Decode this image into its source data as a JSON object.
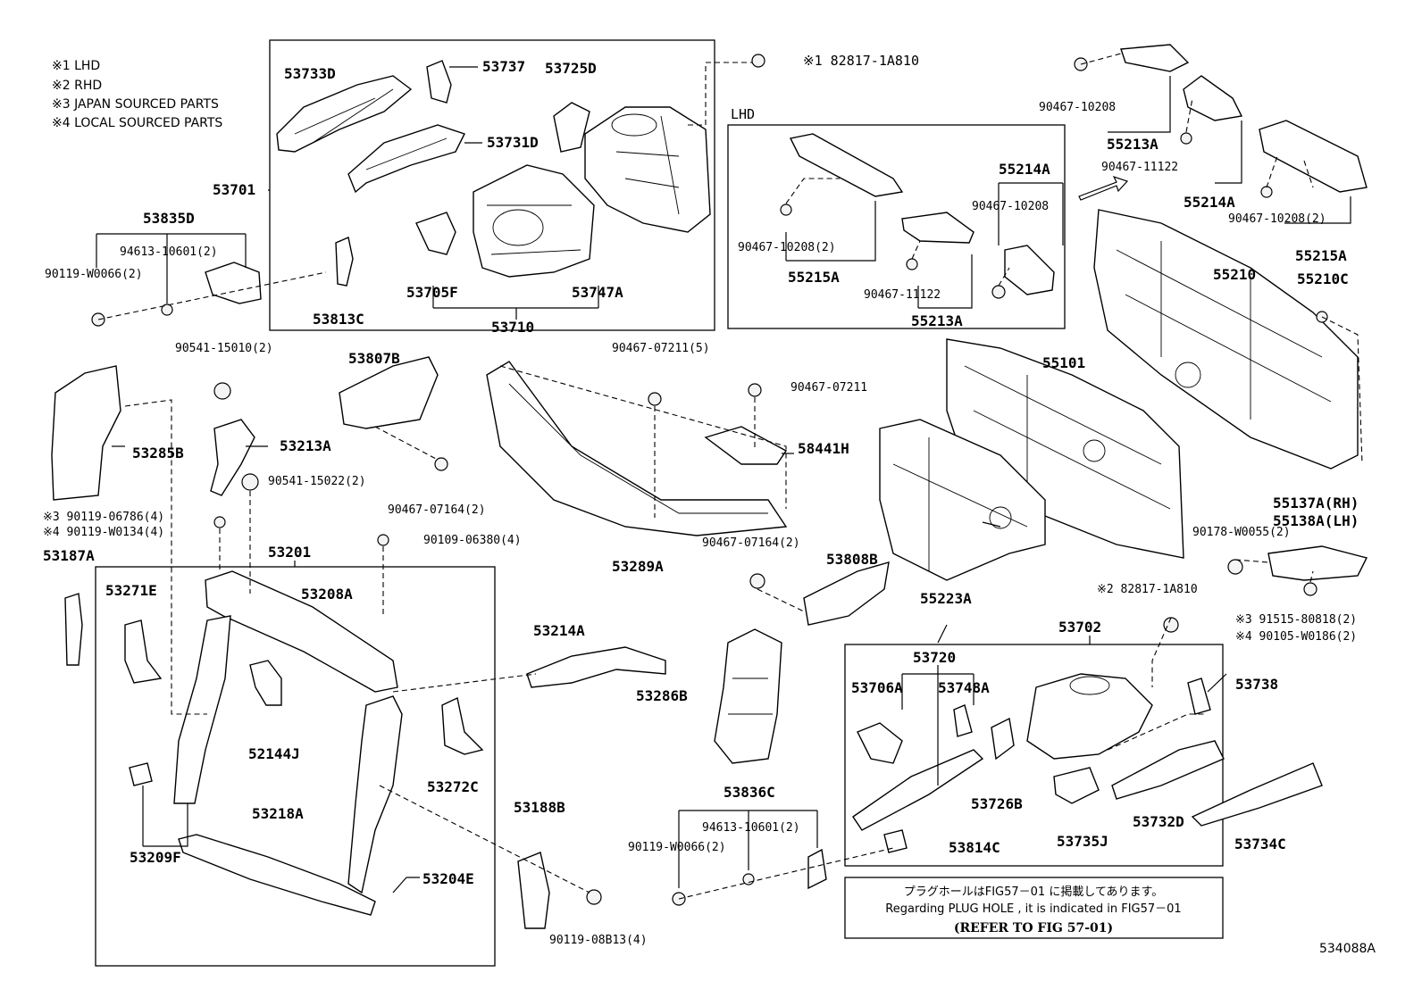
{
  "legend": [
    "※1 LHD",
    "※2 RHD",
    "※3 JAPAN SOURCED PARTS",
    "※4 LOCAL SOURCED PARTS"
  ],
  "group_labels": {
    "lhd": "LHD"
  },
  "labels": {
    "p53733D": "53733D",
    "p53737": "53737",
    "p53725D": "53725D",
    "p82817_1": "※1 82817-1A810",
    "p53731D": "53731D",
    "p53701": "53701",
    "p53835D": "53835D",
    "p94613a": "94613-10601(2)",
    "p90119a": "90119-W0066(2)",
    "p53813C": "53813C",
    "p53705F": "53705F",
    "p53747A": "53747A",
    "p53710": "53710",
    "p90467_10208a": "90467-10208",
    "p55213A_top": "55213A",
    "p90467_11122a": "90467-11122",
    "p55214A_top": "55214A",
    "p90467_10208_2a": "90467-10208(2)",
    "p55215A_top": "55215A",
    "p55210": "55210",
    "p55210C": "55210C",
    "p55214A_lhd": "55214A",
    "p90467_10208b": "90467-10208",
    "p90467_10208_2b": "90467-10208(2)",
    "p55215A_lhd": "55215A",
    "p90467_11122b": "90467-11122",
    "p55213A_lhd": "55213A",
    "p90541_15010": "90541-15010(2)",
    "p53807B": "53807B",
    "p90467_07211_5": "90467-07211(5)",
    "p90467_07211": "90467-07211",
    "p58441H": "58441H",
    "p55101": "55101",
    "p53285B": "53285B",
    "p53213A": "53213A",
    "p90541_15022": "90541-15022(2)",
    "p90467_07164_2a": "90467-07164(2)",
    "p90119_06786": "※3 90119-06786(4)",
    "p90119_W0134": "※4 90119-W0134(4)",
    "p90109_06380": "90109-06380(4)",
    "p53187A": "53187A",
    "p53201": "53201",
    "p53289A": "53289A",
    "p90467_07164_2b": "90467-07164(2)",
    "p53808B": "53808B",
    "p55223A": "55223A",
    "p55137A": "55137A(RH)",
    "p55138A": "55138A(LH)",
    "p90178": "90178-W0055(2)",
    "p82817_2": "※2 82817-1A810",
    "p91515": "※3 91515-80818(2)",
    "p90105": "※4 90105-W0186(2)",
    "p53271E": "53271E",
    "p53208A": "53208A",
    "p53214A": "53214A",
    "p53702": "53702",
    "p53720": "53720",
    "p53706A": "53706A",
    "p53748A": "53748A",
    "p53738": "53738",
    "p53286B": "53286B",
    "p52144J": "52144J",
    "p53272C": "53272C",
    "p53726B": "53726B",
    "p53732D": "53732D",
    "p53836C": "53836C",
    "p94613b": "94613-10601(2)",
    "p90119b": "90119-W0066(2)",
    "p53188B": "53188B",
    "p53218A": "53218A",
    "p53209F": "53209F",
    "p53204E": "53204E",
    "p53814C": "53814C",
    "p53735J": "53735J",
    "p53734C": "53734C",
    "p90119_08B13": "90119-08B13(4)"
  },
  "note": {
    "line1": "プラグホールはFIG57－01 に掲載してあります。",
    "line2": "Regarding PLUG HOLE , it is indicated in FIG57－01",
    "line3": "(REFER TO FIG 57-01)"
  },
  "figure_id": "534088A"
}
